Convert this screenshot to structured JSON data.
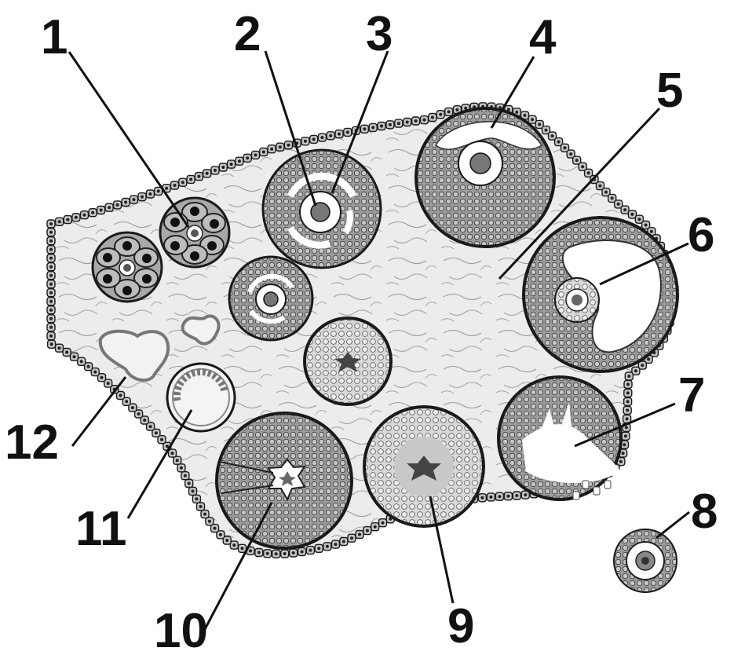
{
  "diagram": {
    "labels": [
      {
        "id": "1",
        "text": "1"
      },
      {
        "id": "2",
        "text": "2"
      },
      {
        "id": "3",
        "text": "3"
      },
      {
        "id": "4",
        "text": "4"
      },
      {
        "id": "5",
        "text": "5"
      },
      {
        "id": "6",
        "text": "6"
      },
      {
        "id": "7",
        "text": "7"
      },
      {
        "id": "8",
        "text": "8"
      },
      {
        "id": "9",
        "text": "9"
      },
      {
        "id": "10",
        "text": "10"
      },
      {
        "id": "11",
        "text": "11"
      },
      {
        "id": "12",
        "text": "12"
      }
    ],
    "colors": {
      "stroma": "#ebebeb",
      "epithelium_cell": "#c4c4c4",
      "granulosa": "#8f8f8f",
      "antrum": "#ffffff",
      "oocyte_nucleus": "#555555",
      "outline": "#1a1a1a"
    }
  }
}
